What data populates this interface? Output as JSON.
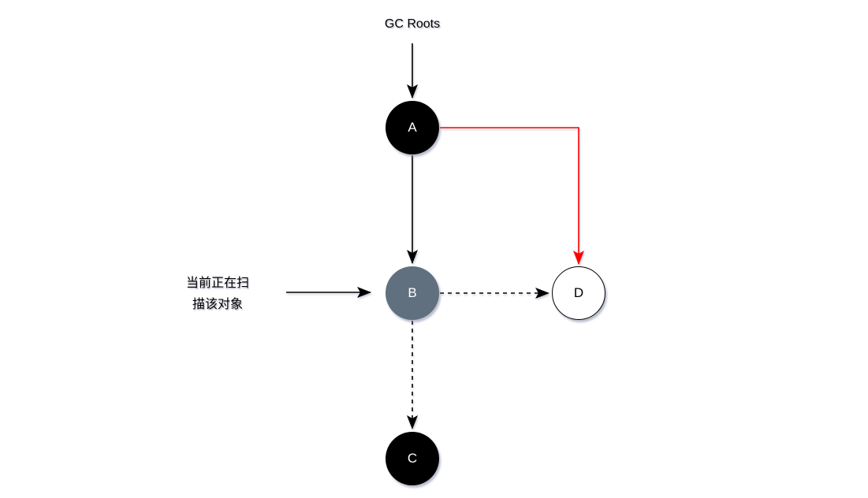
{
  "canvas": {
    "background": "#ffffff"
  },
  "labels": {
    "gc_roots": "GC Roots",
    "scanning_note": "当前正在扫\n描该对象"
  },
  "nodes": {
    "a": {
      "label": "A",
      "fill": "#000000",
      "label_color": "#ffffff"
    },
    "b": {
      "label": "B",
      "fill": "#60707F",
      "label_color": "#ffffff"
    },
    "c": {
      "label": "C",
      "fill": "#000000",
      "label_color": "#ffffff"
    },
    "d": {
      "label": "D",
      "fill": "#ffffff",
      "label_color": "#000000"
    }
  },
  "edges": {
    "gc_to_a": {
      "color": "#000000",
      "style": "solid",
      "from": "GC Roots",
      "to": "A"
    },
    "a_to_b": {
      "color": "#000000",
      "style": "solid",
      "from": "A",
      "to": "B"
    },
    "a_to_d": {
      "color": "#ff0000",
      "style": "solid",
      "from": "A",
      "to": "D"
    },
    "b_to_d": {
      "color": "#000000",
      "style": "dashed",
      "from": "B",
      "to": "D"
    },
    "b_to_c": {
      "color": "#000000",
      "style": "dashed",
      "from": "B",
      "to": "C"
    },
    "note_to_b": {
      "color": "#000000",
      "style": "solid",
      "from": "当前正在扫描该对象",
      "to": "B"
    }
  }
}
